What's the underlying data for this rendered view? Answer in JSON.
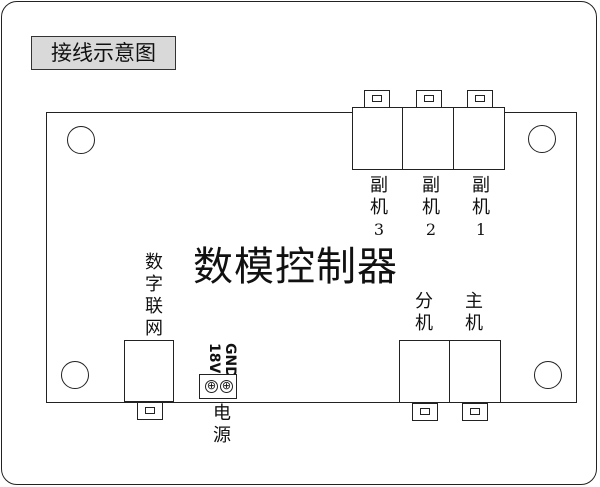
{
  "title": "接线示意图",
  "board": {
    "name": "数模控制器"
  },
  "labels": {
    "aux3": [
      "副",
      "机",
      "3"
    ],
    "aux2": [
      "副",
      "机",
      "2"
    ],
    "aux1": [
      "副",
      "机",
      "1"
    ],
    "digital_network": [
      "数",
      "字",
      "联",
      "网"
    ],
    "power_supply": [
      "电",
      "源"
    ],
    "sub_unit": [
      "分",
      "机"
    ],
    "main_unit": [
      "主",
      "机"
    ],
    "power_pins": {
      "gnd": "GND",
      "v18": "18V"
    }
  }
}
